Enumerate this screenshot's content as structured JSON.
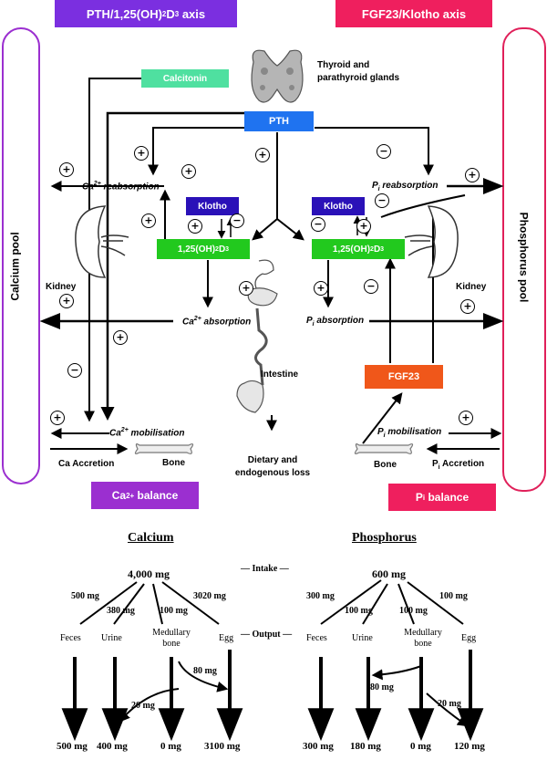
{
  "headers": {
    "pth_axis": "PTH/1,25(OH)2D3 axis",
    "fgf_axis": "FGF23/Klotho axis",
    "pth_color": "#7b2fe0",
    "fgf_color": "#ef1f5e"
  },
  "pools": {
    "calcium": "Calcium pool",
    "phosphorus": "Phosphorus pool"
  },
  "nodes": {
    "calcitonin": "Calcitonin",
    "pth": "PTH",
    "thyroid": "Thyroid and parathyroid glands",
    "klotho_left": "Klotho",
    "klotho_right": "Klotho",
    "vitd_left": "1,25(OH)2D3",
    "vitd_right": "1,25(OH)2D3",
    "fgf23": "FGF23",
    "calcitonin_color": "#4fe0a0",
    "pth_color": "#1f73f0",
    "klotho_color": "#2a11b8",
    "vitd_color": "#22c91e",
    "fgf23_color": "#f0571a"
  },
  "processes": {
    "ca_reabsorption": "Ca2+ reabsorption",
    "pi_reabsorption": "Pi reabsorption",
    "ca_absorption": "Ca2+ absorption",
    "pi_absorption": "Pi absorption",
    "ca_mobilisation": "Ca2+ mobilisation",
    "pi_mobilisation": "Pi mobilisation",
    "ca_accretion": "Ca Accretion",
    "pi_accretion": "Pi Accretion"
  },
  "organs": {
    "kidney_left": "Kidney",
    "kidney_right": "Kidney",
    "intestine": "Intestine",
    "bone_left": "Bone",
    "bone_right": "Bone",
    "loss": "Dietary and endogenous loss"
  },
  "balances": {
    "ca": "Ca2+ balance",
    "pi": "Pi balance"
  },
  "calcium": {
    "title": "Calcium",
    "intake": "4,000 mg",
    "branches": [
      "500 mg",
      "380 mg",
      "100 mg",
      "3020 mg"
    ],
    "outputs": [
      "Feces",
      "Urine",
      "Medullary bone",
      "Egg"
    ],
    "transfers": [
      "80 mg",
      "20 mg"
    ],
    "finals": [
      "500 mg",
      "400 mg",
      "0 mg",
      "3100 mg"
    ]
  },
  "phosphorus": {
    "title": "Phosphorus",
    "intake": "600 mg",
    "branches": [
      "300 mg",
      "100 mg",
      "100 mg",
      "100 mg"
    ],
    "outputs": [
      "Feces",
      "Urine",
      "Medullary bone",
      "Egg"
    ],
    "transfers": [
      "80 mg",
      "20 mg"
    ],
    "finals": [
      "300 mg",
      "180 mg",
      "0 mg",
      "120 mg"
    ]
  },
  "row_labels": {
    "intake": "Intake",
    "output": "Output"
  }
}
